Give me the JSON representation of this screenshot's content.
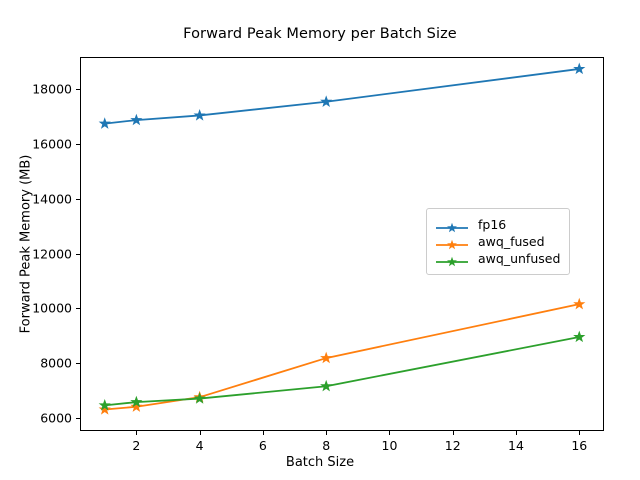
{
  "chart_data": {
    "type": "line",
    "title": "Forward Peak Memory per Batch Size",
    "xlabel": "Batch Size",
    "ylabel": "Forward Peak Memory (MB)",
    "x": [
      1,
      2,
      4,
      8,
      16
    ],
    "xlim": [
      0.25,
      16.75
    ],
    "ylim": [
      5550,
      19150
    ],
    "xticks": [
      2,
      4,
      6,
      8,
      10,
      12,
      14,
      16
    ],
    "xticklabels": [
      "2",
      "4",
      "6",
      "8",
      "10",
      "12",
      "14",
      "16"
    ],
    "yticks": [
      6000,
      8000,
      10000,
      12000,
      14000,
      16000,
      18000
    ],
    "yticklabels": [
      "6000",
      "8000",
      "10000",
      "12000",
      "14000",
      "16000",
      "18000"
    ],
    "grid": false,
    "legend_position": "center right",
    "marker": "star",
    "series": [
      {
        "name": "fp16",
        "color": "#1f77b4",
        "values": [
          16750,
          16880,
          17050,
          17550,
          18750
        ]
      },
      {
        "name": "awq_fused",
        "color": "#ff7f0e",
        "values": [
          6300,
          6400,
          6750,
          8180,
          10150
        ]
      },
      {
        "name": "awq_unfused",
        "color": "#2ca02c",
        "values": [
          6450,
          6570,
          6700,
          7150,
          8950
        ]
      }
    ]
  }
}
